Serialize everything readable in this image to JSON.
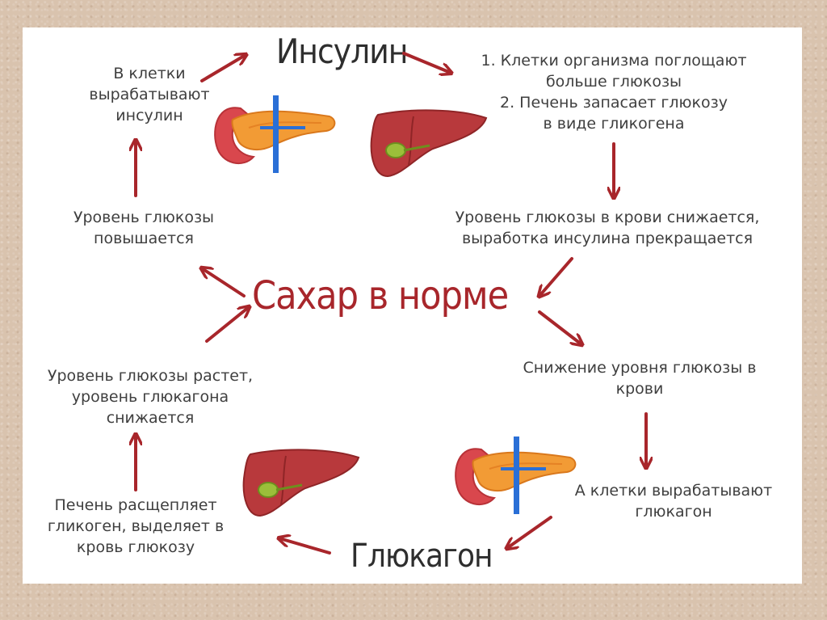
{
  "headings": {
    "insulin": "Инсулин",
    "center": "Сахар в норме",
    "glucagon": "Глюкагон"
  },
  "steps": {
    "cells_produce_insulin": [
      "В клетки",
      "вырабатывают",
      "инсулин"
    ],
    "insulin_effects": [
      "1. Клетки организма поглощают",
      "больше глюкозы",
      "2. Печень запасает глюкозу",
      "в виде гликогена"
    ],
    "glucose_drops_insulin_stops": [
      "Уровень глюкозы в крови снижается,",
      "выработка инсулина прекращается"
    ],
    "glucose_rises": [
      "Уровень глюкозы",
      "повышается"
    ],
    "glucose_decrease": [
      "Снижение уровня глюкозы в",
      "крови"
    ],
    "cells_produce_glucagon": [
      "А клетки вырабатывают",
      "глюкагон"
    ],
    "glucose_grows_glucagon_drops": [
      "Уровень глюкозы растет,",
      "уровень глюкагона",
      "снижается"
    ],
    "liver_breaks_glycogen": [
      "Печень расщепляет",
      "гликоген, выделяет в",
      "кровь глюкозу"
    ]
  },
  "icons": [
    "pancreas-icon",
    "liver-icon",
    "liver-icon",
    "pancreas-icon"
  ],
  "colors": {
    "arrow": "#a8262b",
    "center_text": "#a8262b",
    "body_text": "#3f3f3f",
    "frame_background": "#ffffff",
    "page_background": "#d9c3ae"
  }
}
